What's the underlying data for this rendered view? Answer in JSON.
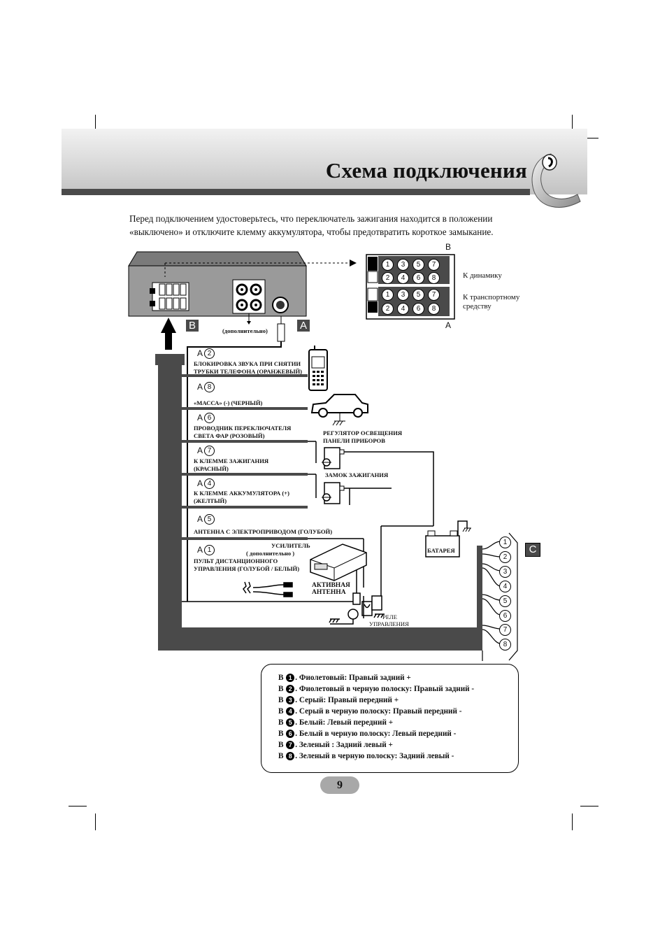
{
  "header": {
    "title": "Схема подключения"
  },
  "intro": {
    "line1": "Перед подключением удостоверьтесь, что переключатель зажигания находится в положении",
    "line2": "«выключено» и отключите клемму аккумулятора, чтобы предотвратить короткое замыкание."
  },
  "connector": {
    "label_b": "B",
    "label_a": "A",
    "to_speakers": "К динамику",
    "to_vehicle_1": "К транспортному",
    "to_vehicle_2": "средству",
    "pins": [
      "1",
      "3",
      "5",
      "7",
      "2",
      "4",
      "6",
      "8"
    ]
  },
  "unit": {
    "optional": "(дополнительно)",
    "tag_b": "B",
    "tag_a": "A"
  },
  "wires": [
    {
      "letter": "A",
      "num": "2",
      "text1": "БЛОКИРОВКА ЗВУКА ПРИ СНЯТИИ",
      "text2": "ТРУБКИ ТЕЛЕФОНА (ОРАНЖЕВЫЙ)"
    },
    {
      "letter": "A",
      "num": "8",
      "text1": "«МАССА» (-) (ЧЕРНЫЙ)",
      "text2": ""
    },
    {
      "letter": "A",
      "num": "6",
      "text1": "ПРОВОДНИК ПЕРЕКЛЮЧАТЕЛЯ",
      "text2": "СВЕТА ФАР (РОЗОВЫЙ)"
    },
    {
      "letter": "A",
      "num": "7",
      "text1": "К КЛЕММЕ ЗАЖИГАНИЯ",
      "text2": "(КРАСНЫЙ)"
    },
    {
      "letter": "A",
      "num": "4",
      "text1": "К КЛЕММЕ АККУМУЛЯТОРА (+)",
      "text2": "(ЖЕЛТЫЙ)"
    },
    {
      "letter": "A",
      "num": "5",
      "text1": "АНТЕННА С ЭЛЕКТРОПРИВОДОМ (ГОЛУБОЙ)",
      "text2": ""
    },
    {
      "letter": "A",
      "num": "1",
      "text1": "ПУЛЬТ ДИСТАНЦИОННОГО",
      "text2": "УПРАВЛЕНИЯ (ГОЛУБОЙ / БЕЛЫЙ)"
    }
  ],
  "devices": {
    "dimmer_1": "РЕГУЛЯТОР ОСВЕЩЕНИЯ",
    "dimmer_2": "ПАНЕЛИ ПРИБОРОВ",
    "ignition": "ЗАМОК ЗАЖИГАНИЯ",
    "battery": "БАТАРЕЯ",
    "amp_1": "УСИЛИТЕЛЬ",
    "amp_2": "( дополнительно )",
    "active_antenna_1": "АКТИВНАЯ",
    "active_antenna_2": "АНТЕННА",
    "relay_1": "РЕЛЕ",
    "relay_2": "УПРАВЛЕНИЯ"
  },
  "speaker_block": {
    "tag_c": "C",
    "pins": [
      "1",
      "2",
      "3",
      "4",
      "5",
      "6",
      "7",
      "8"
    ]
  },
  "legend": {
    "prefix": "B",
    "items": [
      {
        "num": "1",
        "text": ". Фиолетовый: Правый задний +"
      },
      {
        "num": "2",
        "text": ". Фиолетовый в черную полоску: Правый задний -"
      },
      {
        "num": "3",
        "text": ". Серый: Правый передний +"
      },
      {
        "num": "4",
        "text": ". Серый в черную полоску: Правый передний -"
      },
      {
        "num": "5",
        "text": ". Белый: Левый передний +"
      },
      {
        "num": "6",
        "text": ". Белый в черную полоску: Левый передний -"
      },
      {
        "num": "7",
        "text": ". Зеленый : Задний левый +"
      },
      {
        "num": "8",
        "text": ". Зеленый в черную полоску: Задний левый -"
      }
    ]
  },
  "footer": {
    "page_number": "9"
  }
}
